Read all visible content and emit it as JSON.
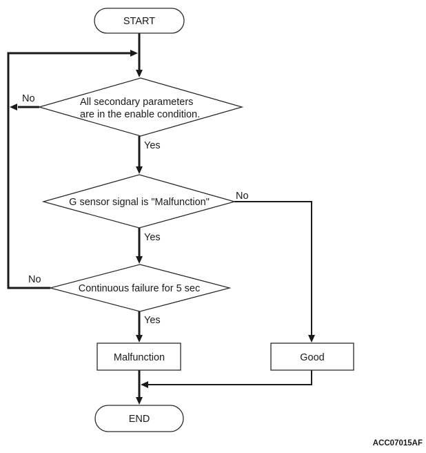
{
  "colors": {
    "background": "#ffffff",
    "line": "#1a1a1a",
    "text": "#1a1a1a"
  },
  "flowchart": {
    "start_label": "START",
    "end_label": "END",
    "figure_code": "ACC07015AF",
    "decisions": [
      {
        "line1": "All secondary parameters",
        "line2": "are in the enable condition.",
        "yes": "Yes",
        "no": "No"
      },
      {
        "line1": "G sensor signal is \"Malfunction\"",
        "yes": "Yes",
        "no": "No"
      },
      {
        "line1": "Continuous failure for 5 sec",
        "yes": "Yes",
        "no": "No"
      }
    ],
    "outcomes": [
      {
        "label": "Malfunction"
      },
      {
        "label": "Good"
      }
    ]
  }
}
